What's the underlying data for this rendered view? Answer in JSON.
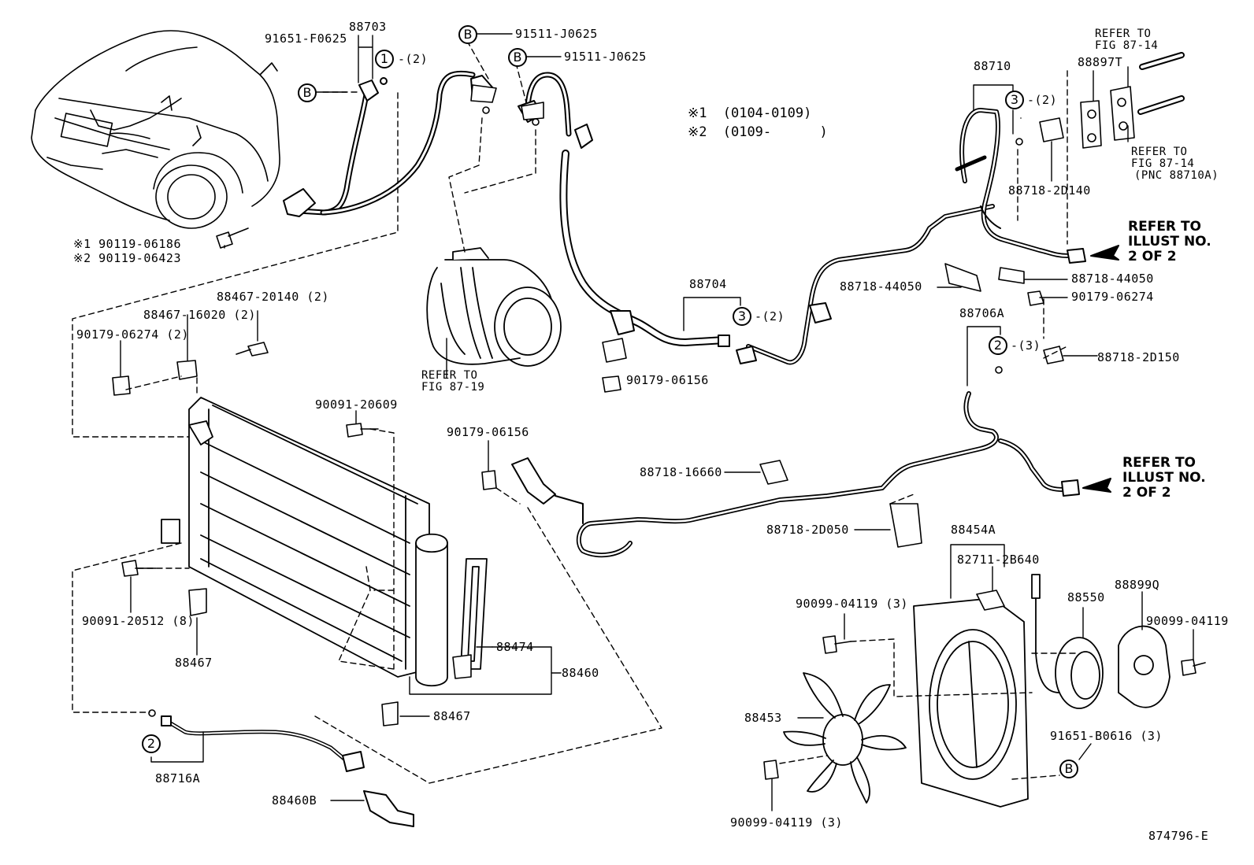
{
  "legend": {
    "note1_mark": "※1",
    "note1_range": "(0104-0109)",
    "note2_mark": "※2",
    "note2_range": "(0109-      )"
  },
  "refer_notes": {
    "fig_87_14_top": [
      "REFER TO",
      "FIG 87-14"
    ],
    "fig_87_14_pnc": [
      "REFER TO",
      "FIG 87-14",
      "(PNC 88710A)"
    ],
    "fig_87_19": [
      "REFER TO",
      "FIG 87-19"
    ],
    "illust_upper": [
      "REFER TO",
      "ILLUST NO.",
      "2 OF 2"
    ],
    "illust_lower": [
      "REFER TO",
      "ILLUST NO.",
      "2 OF 2"
    ]
  },
  "callout_letters": {
    "b1": "B",
    "b2": "B",
    "b3": "B",
    "b4": "B"
  },
  "callout_numbers": {
    "c1": "1",
    "c1_qty": "-(2)",
    "c3a": "3",
    "c3a_qty": "-(2)",
    "c3b": "3",
    "c3b_qty": "-(2)",
    "c2a": "2",
    "c2a_qty": "-(3)",
    "c2b": "2"
  },
  "parts": {
    "p91651_f0625": "91651-F0625",
    "p88703": "88703",
    "p91511_j0625_a": "91511-J0625",
    "p91511_j0625_b": "91511-J0625",
    "p90119_06186": "※1 90119-06186",
    "p90119_06423": "※2 90119-06423",
    "p88710": "88710",
    "p88897t": "88897T",
    "p88718_2d140": "88718-2D140",
    "p88704": "88704",
    "p88718_44050_a": "88718-44050",
    "p88718_44050_b": "88718-44050",
    "p90179_06274_r": "90179-06274",
    "p88706a": "88706A",
    "p88718_2d150": "88718-2D150",
    "p88467_20140": "88467-20140 (2)",
    "p88467_16020": "88467-16020 (2)",
    "p90179_06274_l": "90179-06274 (2)",
    "p90179_06156_a": "90179-06156",
    "p90091_20609": "90091-20609",
    "p90179_06156_b": "90179-06156",
    "p88718_16660": "88718-16660",
    "p88718_2d050": "88718-2D050",
    "p88454a": "88454A",
    "p82711_2b640": "82711-2B640",
    "p90091_20512": "90091-20512 (8)",
    "p88467_a": "88467",
    "p88474": "88474",
    "p88460": "88460",
    "p88467_b": "88467",
    "p90099_04119_a": "90099-04119 (3)",
    "p88550": "88550",
    "p88899q": "88899Q",
    "p90099_04119_b": "90099-04119",
    "p88453": "88453",
    "p91651_b0616": "91651-B0616 (3)",
    "p90099_04119_c": "90099-04119 (3)",
    "p88716a": "88716A",
    "p88460b": "88460B"
  },
  "figure_id": "874796-E"
}
